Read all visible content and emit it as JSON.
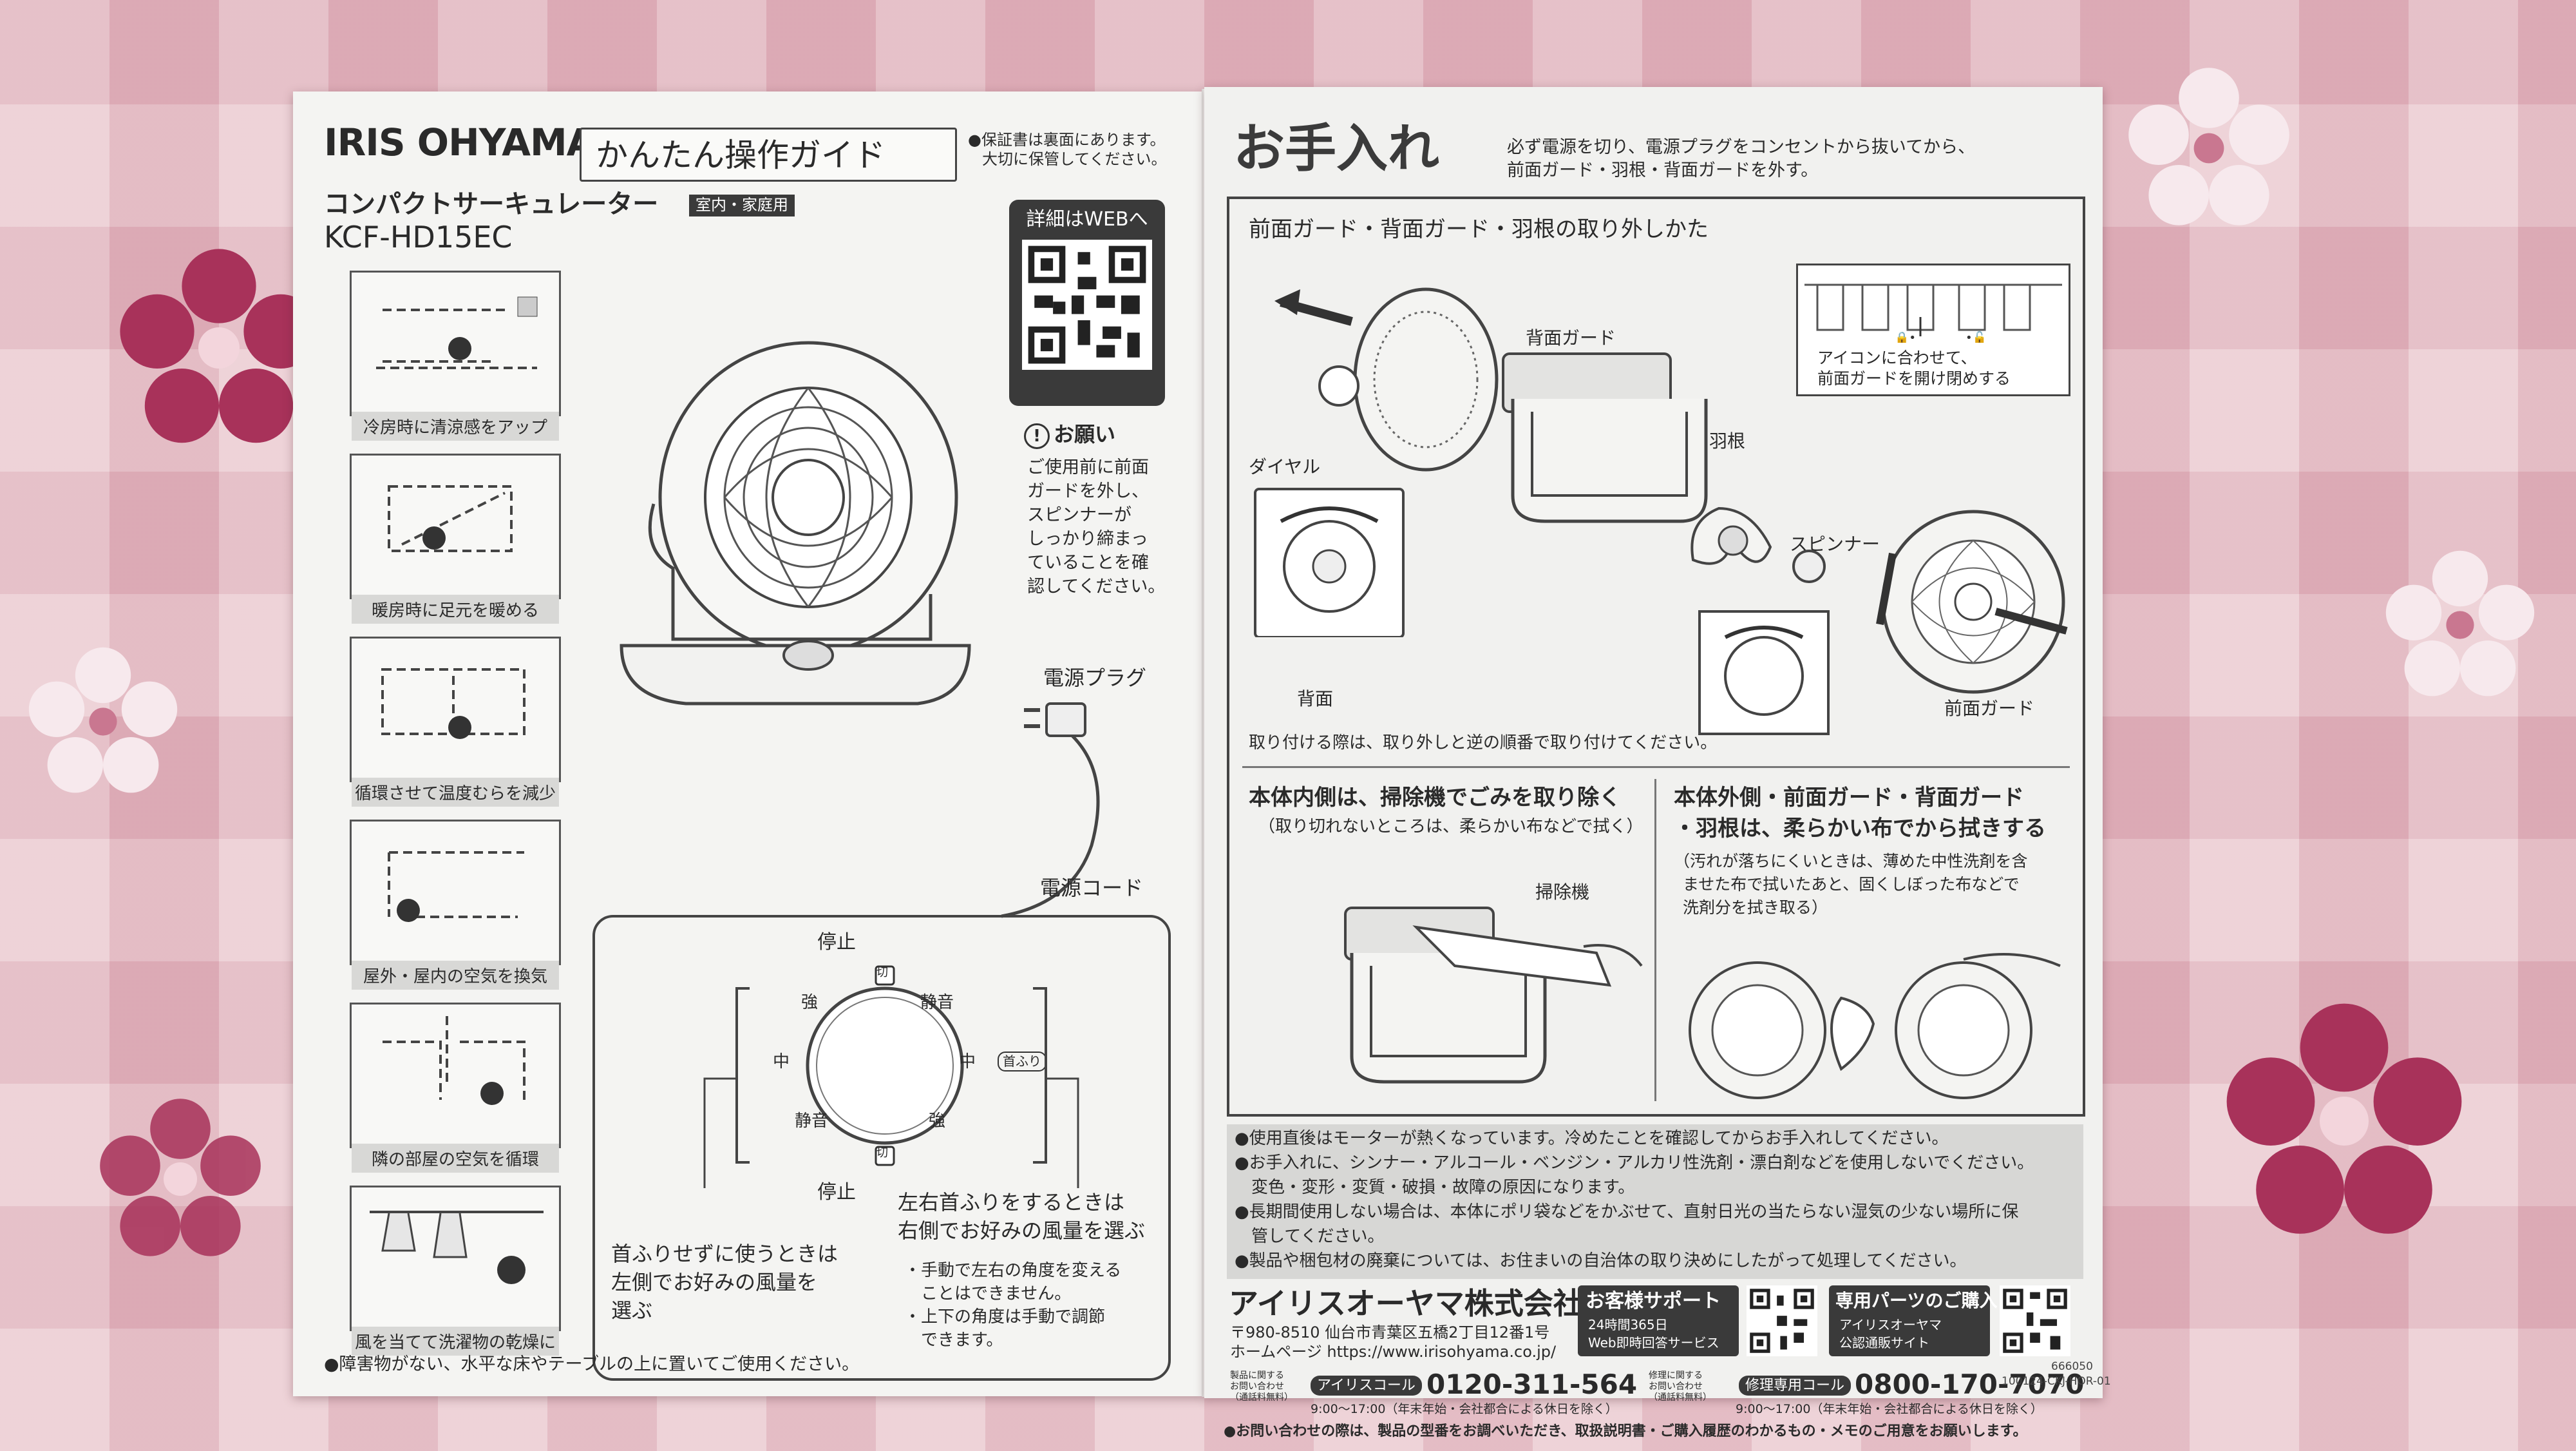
{
  "colors": {
    "background": "#e6bfc6",
    "paper": "#f4f4f2",
    "ink": "#2a2a2a",
    "flower": "#a8325a"
  },
  "left": {
    "brand": "IRIS OHYAMA",
    "guide_title": "かんたん操作ガイド",
    "warranty_note": [
      "●保証書は裏面にあります。",
      "大切に保管してください。"
    ],
    "product_name": "コンパクトサーキュレーター",
    "usage_badge": "室内・家庭用",
    "model": "KCF-HD15EC",
    "web_label": "詳細はWEBへ",
    "scenes": [
      "冷房時に清涼感をアップ",
      "暖房時に足元を暖める",
      "循環させて温度むらを減少",
      "屋外・屋内の空気を換気",
      "隣の部屋の空気を循環",
      "風を当てて洗濯物の乾燥に"
    ],
    "request_title": "お願い",
    "request_text": [
      "ご使用前に前面",
      "ガードを外し、",
      "スピンナーが",
      "しっかり締まっ",
      "ていることを確",
      "認してください。"
    ],
    "power_plug": "電源プラグ",
    "power_cord": "電源コード",
    "dial": {
      "top": "停止",
      "bottom": "停止",
      "off_mark": "切",
      "left_labels": [
        "強",
        "中",
        "静音"
      ],
      "right_labels": [
        "静音",
        "中",
        "強"
      ],
      "swing_badge": "首ふり"
    },
    "no_swing_text": [
      "首ふりせずに使うときは",
      "左側でお好みの風量を",
      "選ぶ"
    ],
    "swing_text": [
      "左右首ふりをするときは",
      "右側でお好みの風量を選ぶ"
    ],
    "swing_notes": [
      "・手動で左右の角度を変える",
      "ことはできません。",
      "・上下の角度は手動で調節",
      "できます。"
    ],
    "footer_note": "●障害物がない、水平な床やテーブルの上に置いてご使用ください。"
  },
  "right": {
    "care_title": "お手入れ",
    "care_intro": [
      "必ず電源を切り、電源プラグをコンセントから抜いてから、",
      "前面ガード・羽根・背面ガードを外す。"
    ],
    "removal_title": "前面ガード・背面ガード・羽根の取り外しかた",
    "labels": {
      "back_guard": "背面ガード",
      "dial": "ダイヤル",
      "blade": "羽根",
      "spinner": "スピンナー",
      "back": "背面",
      "front_guard": "前面ガード",
      "align_note": [
        "アイコンに合わせて、",
        "前面ガードを開け閉めする"
      ],
      "vacuum": "掃除機"
    },
    "reattach_note": "取り付ける際は、取り外しと逆の順番で取り付けてください。",
    "inside_title": "本体内側は、掃除機でごみを取り除く",
    "inside_sub": "（取り切れないところは、柔らかい布などで拭く）",
    "outside_title": [
      "本体外側・前面ガード・背面ガード",
      "・羽根は、柔らかい布でから拭きする"
    ],
    "outside_sub": [
      "（汚れが落ちにくいときは、薄めた中性洗剤を含",
      "ませた布で拭いたあと、固くしぼった布などで",
      "洗剤分を拭き取る）"
    ],
    "notes": [
      "●使用直後はモーターが熱くなっています。冷めたことを確認してからお手入れしてください。",
      "●お手入れに、シンナー・アルコール・ベンジン・アルカリ性洗剤・漂白剤などを使用しないでください。",
      "変色・変形・変質・破損・故障の原因になります。",
      "●長期間使用しない場合は、本体にポリ袋などをかぶせて、直射日光の当たらない湿気の少ない場所に保",
      "管してください。",
      "●製品や梱包材の廃棄については、お住まいの自治体の取り決めにしたがって処理してください。"
    ],
    "company": "アイリスオーヤマ株式会社",
    "address": "〒980-8510 仙台市青葉区五橋2丁目12番1号",
    "homepage": "ホームページ https://www.irisohyama.co.jp/",
    "support_title": "お客様サポート",
    "support_sub": [
      "24時間365日",
      "Web即時回答サービス"
    ],
    "parts_title": "専用パーツのご購入",
    "parts_sub": [
      "アイリスオーヤマ",
      "公認通販サイト"
    ],
    "inquiry_label": [
      "製品に関する",
      "お問い合わせ",
      "（通話料無料）"
    ],
    "iris_call": "アイリスコール",
    "iris_number": "0120-311-564",
    "hours1": "9:00～17:00（年末年始・会社都合による休日を除く）",
    "repair_label": [
      "修理に関する",
      "お問い合わせ",
      "（通話料無料）"
    ],
    "repair_call": "修理専用コール",
    "repair_number": "0800-170-7070",
    "hours2": "9:00～17:00（年末年始・会社都合による休日を除く）",
    "footer": "●お問い合わせの際は、製品の型番をお調べいただき、取扱説明書・ご購入履歴のわかるもの・メモのご用意をお願いします。",
    "code1": "666050",
    "code2": "100124-CKJ-HOR-01"
  }
}
